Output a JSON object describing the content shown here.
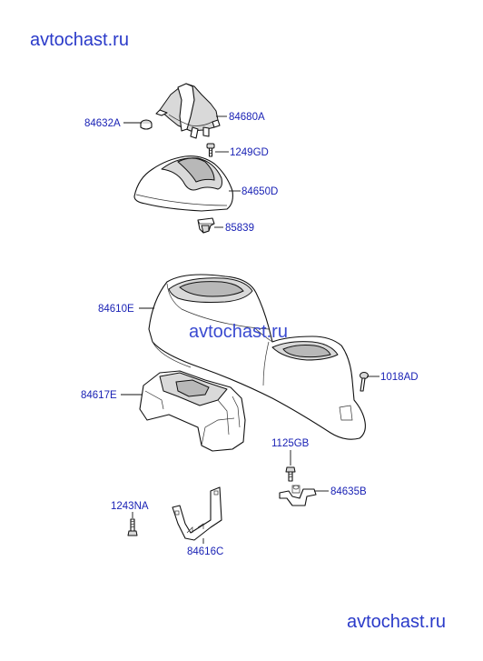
{
  "watermarks": {
    "top": "avtochast.ru",
    "middle": "avtochast.ru",
    "bottom": "avtochast.ru"
  },
  "callouts": {
    "p84632A": "84632A",
    "p84680A": "84680A",
    "p1249GD": "1249GD",
    "p84650D": "84650D",
    "p85839": "85839",
    "p84610E": "84610E",
    "p1018AD": "1018AD",
    "p84617E": "84617E",
    "p1125GB": "1125GB",
    "p84635B": "84635B",
    "p1243NA": "1243NA",
    "p84616C": "84616C"
  },
  "colors": {
    "callout_text": "#1a22b5",
    "watermark": "#2a3ac9",
    "line": "#111111"
  }
}
